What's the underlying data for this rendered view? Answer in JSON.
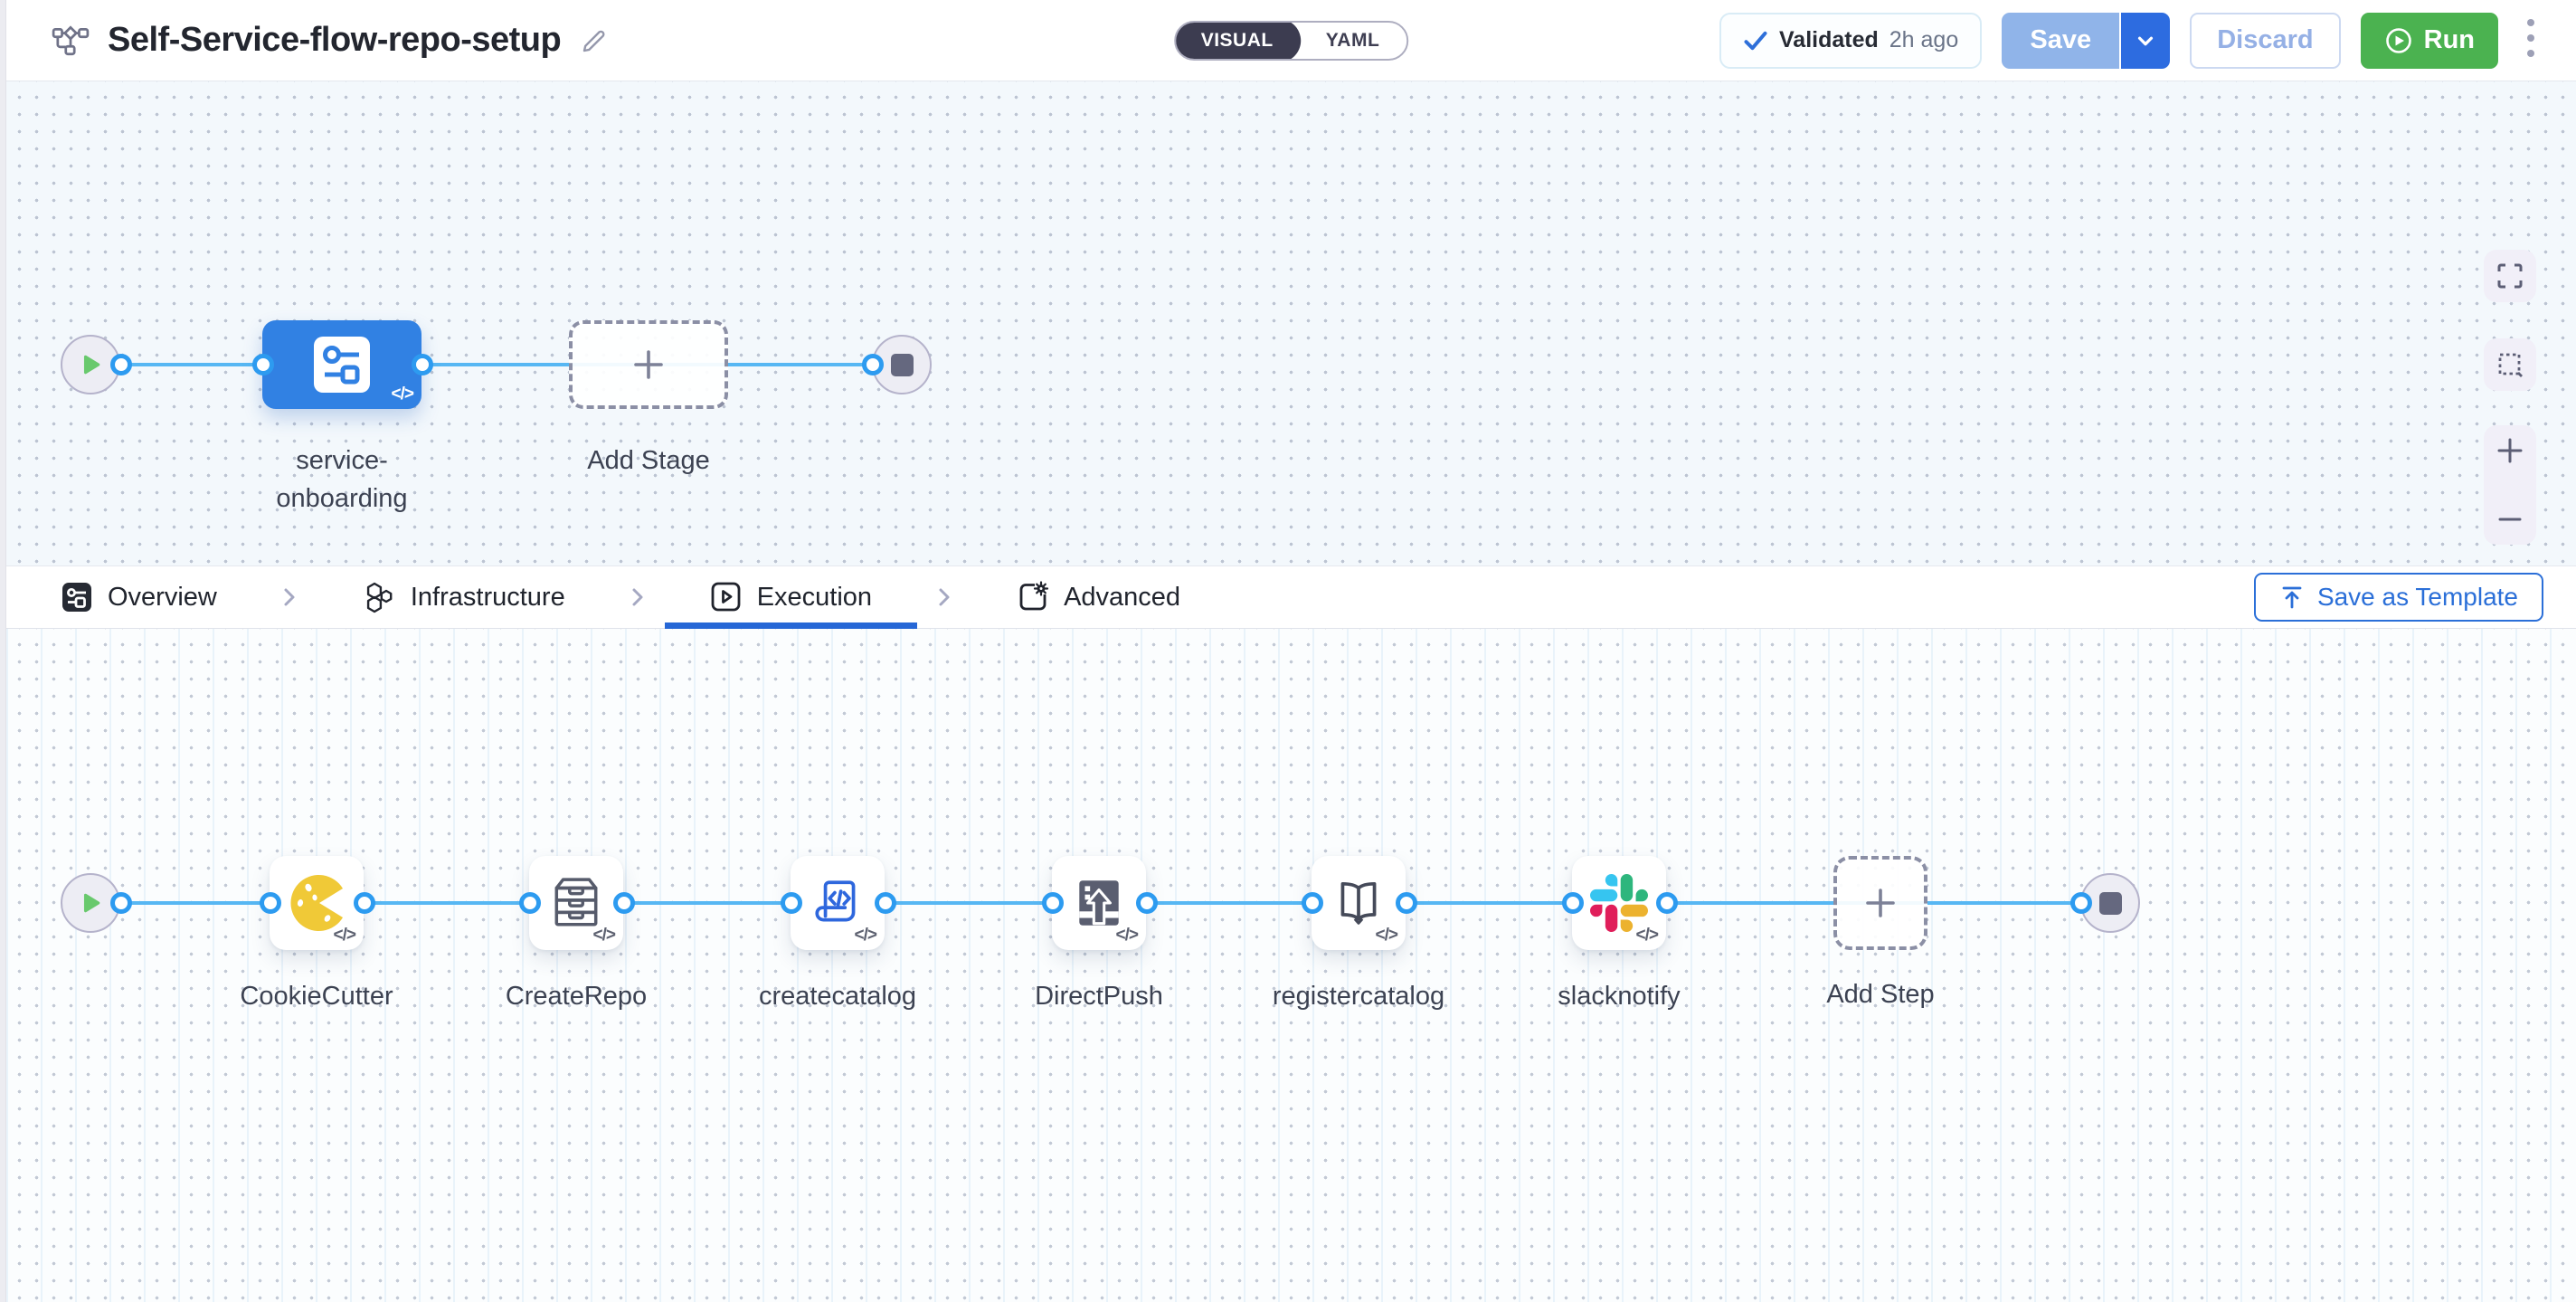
{
  "header": {
    "title": "Self-Service-flow-repo-setup",
    "pipeline_icon": "flowchart-icon",
    "edit_icon": "pencil-icon",
    "mode_toggle": {
      "visual": "VISUAL",
      "yaml": "YAML"
    },
    "validated": {
      "icon": "check-icon",
      "label": "Validated",
      "time": "2h ago"
    },
    "save_label": "Save",
    "save_caret_icon": "chevron-down-icon",
    "discard_label": "Discard",
    "run_label": "Run",
    "run_icon": "play-circle-icon",
    "more_icon": "kebab-menu-icon"
  },
  "stage_canvas": {
    "start_icon": "play-start-icon",
    "end_icon": "stop-end-icon",
    "stage_label": "service-onboarding",
    "stage_icon": "stage-glyph-icon",
    "add_stage_label": "Add Stage",
    "controls": [
      "fit-view-icon",
      "marquee-select-icon",
      "zoom-in-icon",
      "zoom-out-icon"
    ]
  },
  "tab_bar": {
    "tabs": [
      {
        "label": "Overview",
        "icon": "stage-overview-icon",
        "active": false
      },
      {
        "label": "Infrastructure",
        "icon": "hexagons-icon",
        "active": false
      },
      {
        "label": "Execution",
        "icon": "play-square-icon",
        "active": true
      },
      {
        "label": "Advanced",
        "icon": "file-gear-icon",
        "active": false
      }
    ],
    "save_as_template_label": "Save as Template",
    "save_as_template_icon": "upload-icon"
  },
  "execution_canvas": {
    "start_icon": "play-start-icon",
    "end_icon": "stop-end-icon",
    "steps": [
      {
        "label": "CookieCutter",
        "icon": "cookiecutter-icon"
      },
      {
        "label": "CreateRepo",
        "icon": "repo-drawers-icon"
      },
      {
        "label": "createcatalog",
        "icon": "catalog-code-icon"
      },
      {
        "label": "DirectPush",
        "icon": "direct-push-icon"
      },
      {
        "label": "registercatalog",
        "icon": "open-book-icon"
      },
      {
        "label": "slacknotify",
        "icon": "slack-icon"
      }
    ],
    "add_step_label": "Add Step"
  },
  "code_badge": "</>",
  "colors": {
    "accent_blue": "#2d6ce0",
    "node_blue": "#3181e3",
    "connector_blue": "#57b7f3",
    "run_green": "#4bb250",
    "tab_underline": "#2667d6",
    "slack": [
      "#36C5F0",
      "#2EB67D",
      "#ECB22E",
      "#E01E5A"
    ]
  }
}
